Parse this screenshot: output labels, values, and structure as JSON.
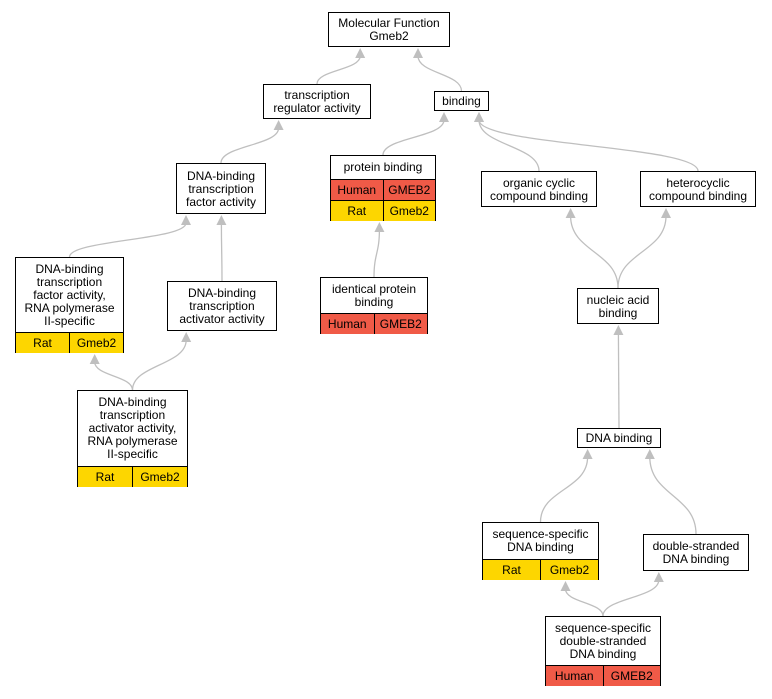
{
  "nodes": {
    "mf": {
      "label": "Molecular Function\nGmeb2"
    },
    "tra": {
      "label": "transcription\nregulator activity"
    },
    "binding": {
      "label": "binding"
    },
    "dbtfa": {
      "label": "DNA-binding\ntranscription\nfactor activity"
    },
    "pb": {
      "label": "protein binding",
      "annotations": [
        {
          "species": "Human",
          "gene": "GMEB2"
        },
        {
          "species": "Rat",
          "gene": "Gmeb2"
        }
      ]
    },
    "occb": {
      "label": "organic cyclic\ncompound binding"
    },
    "hcb": {
      "label": "heterocyclic\ncompound binding"
    },
    "dbtfa2": {
      "label": "DNA-binding\ntranscription\nfactor activity,\nRNA polymerase\nII-specific",
      "annotations": [
        {
          "species": "Rat",
          "gene": "Gmeb2"
        }
      ]
    },
    "dbtaa": {
      "label": "DNA-binding\ntranscription\nactivator activity"
    },
    "ipb": {
      "label": "identical protein\nbinding",
      "annotations": [
        {
          "species": "Human",
          "gene": "GMEB2"
        }
      ]
    },
    "nab": {
      "label": "nucleic acid\nbinding"
    },
    "dbtaa2": {
      "label": "DNA-binding\ntranscription\nactivator activity,\nRNA polymerase\nII-specific",
      "annotations": [
        {
          "species": "Rat",
          "gene": "Gmeb2"
        }
      ]
    },
    "dnab": {
      "label": "DNA binding"
    },
    "ssdb": {
      "label": "sequence-specific\nDNA binding",
      "annotations": [
        {
          "species": "Rat",
          "gene": "Gmeb2"
        }
      ]
    },
    "dsdb": {
      "label": "double-stranded\nDNA binding"
    },
    "ssdsdb": {
      "label": "sequence-specific\ndouble-stranded\nDNA binding",
      "annotations": [
        {
          "species": "Human",
          "gene": "GMEB2"
        }
      ]
    }
  },
  "edges": [
    [
      "tra",
      "mf"
    ],
    [
      "binding",
      "mf"
    ],
    [
      "dbtfa",
      "tra"
    ],
    [
      "pb",
      "binding"
    ],
    [
      "occb",
      "binding"
    ],
    [
      "hcb",
      "binding"
    ],
    [
      "dbtfa2",
      "dbtfa"
    ],
    [
      "dbtaa",
      "dbtfa"
    ],
    [
      "ipb",
      "pb"
    ],
    [
      "nab",
      "occb"
    ],
    [
      "nab",
      "hcb"
    ],
    [
      "dbtaa2",
      "dbtfa2"
    ],
    [
      "dbtaa2",
      "dbtaa"
    ],
    [
      "dnab",
      "nab"
    ],
    [
      "ssdb",
      "dnab"
    ],
    [
      "dsdb",
      "dnab"
    ],
    [
      "ssdsdb",
      "ssdb"
    ],
    [
      "ssdsdb",
      "dsdb"
    ]
  ],
  "colors": {
    "human": "#f05a47",
    "rat": "#fdd600",
    "edge": "#bfbfbf"
  }
}
